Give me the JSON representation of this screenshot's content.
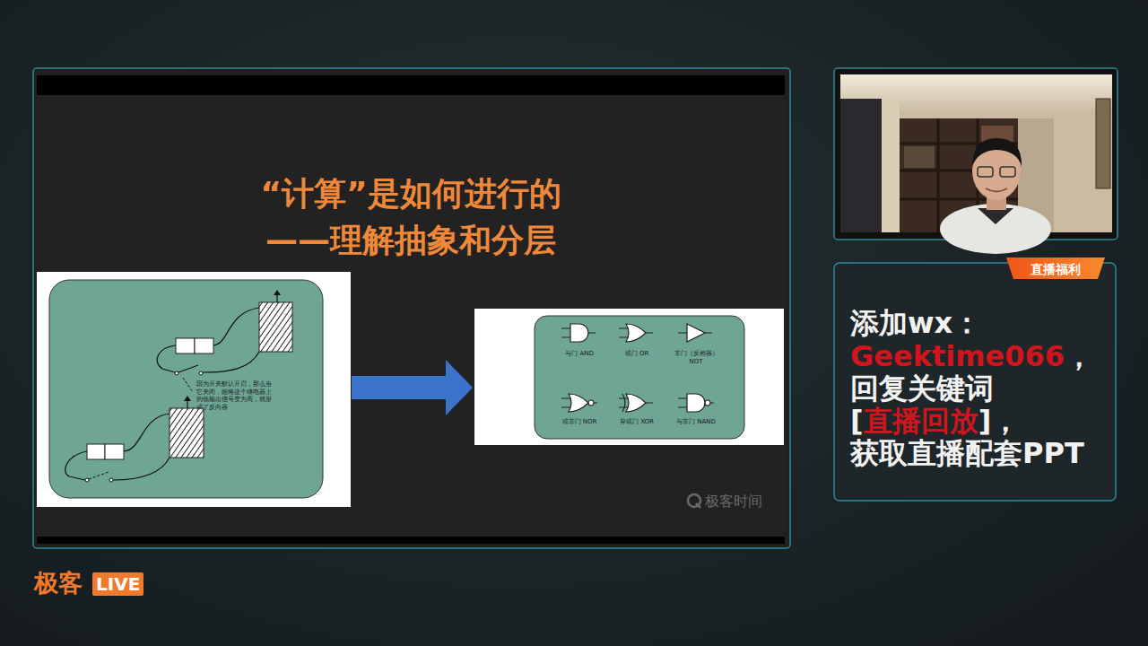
{
  "diagram": {
    "title": "“计算”是如何进行的 ——理解抽象和分层",
    "nodes": [
      {
        "text": [
          "因为开关默认开启，那么当它关闭，能将这个继电器上的低输出信号变为高，就形成了反向器"
        ]
      },
      {
        "text": [
          "与门 AND",
          "或门 OR",
          "非门（反相器） NOT",
          "或非门 NOR",
          "异或门 XOR",
          "与非门 NAND"
        ]
      }
    ],
    "edges": [
      {
        "from": 0,
        "to": 1,
        "arrow": "to"
      }
    ],
    "labels": [
      "极客时间",
      "添加wx：",
      "Geektime066",
      "，",
      "回复关键词",
      "[",
      "直播回放",
      "]，",
      "获取直播配套PPT",
      "直播福利",
      "极客",
      "LIVE"
    ]
  }
}
